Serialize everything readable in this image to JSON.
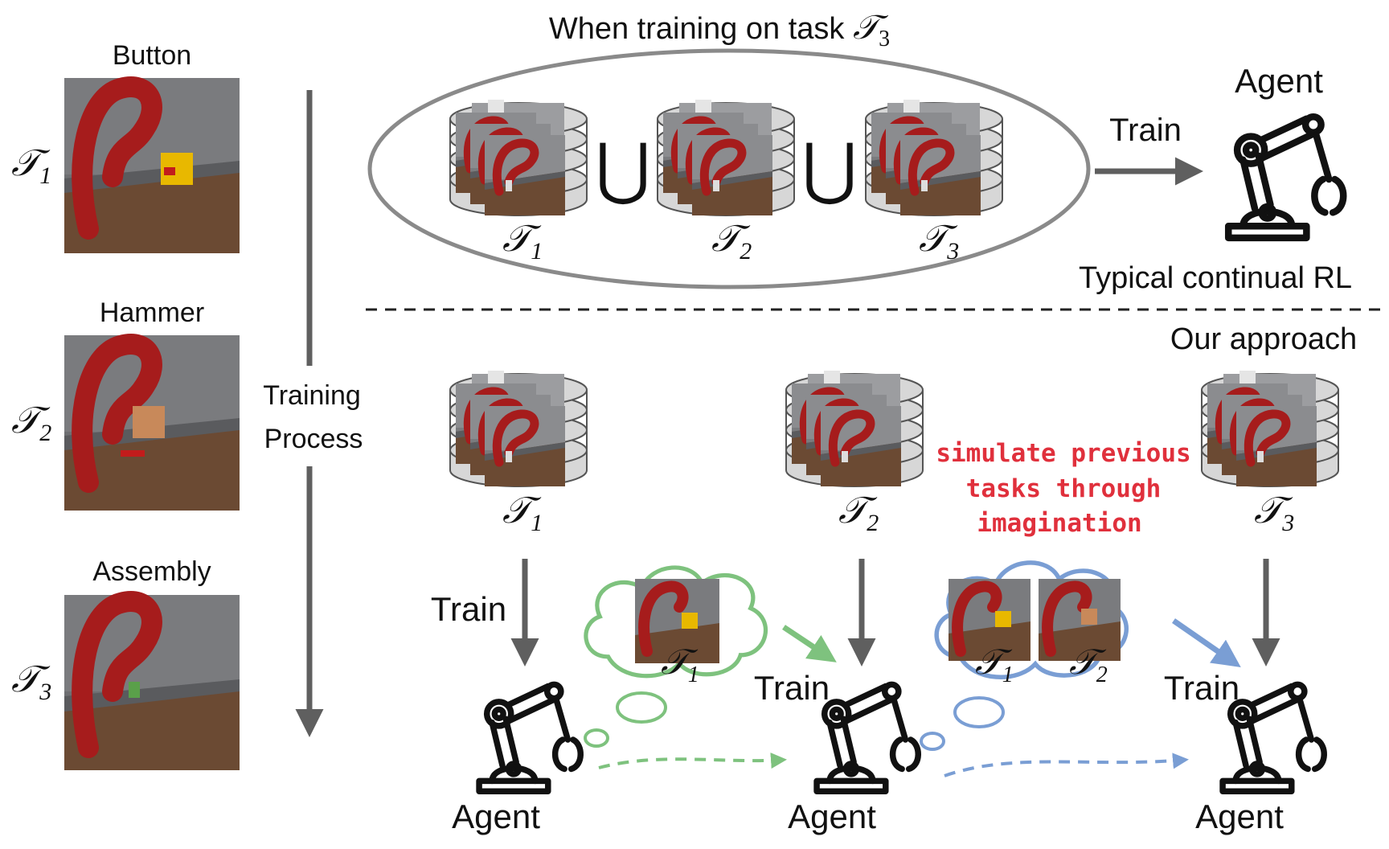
{
  "colors": {
    "arrow_gray": "#5f5f5f",
    "green": "#7ec27e",
    "blue": "#7a9ed4",
    "red_text": "#e0303c",
    "ellipse": "#8a8a8a",
    "robot_red": "#a61c1c",
    "wall": "#6e6f72",
    "table": "#6b4a33"
  },
  "icons": [
    "robot-arm-icon",
    "database-icon",
    "thought-cloud-icon",
    "union-symbol-icon"
  ],
  "left_panel": {
    "tasks": [
      {
        "name": "Button",
        "symbol": "𝒯",
        "sub": "1"
      },
      {
        "name": "Hammer",
        "symbol": "𝒯",
        "sub": "2"
      },
      {
        "name": "Assembly",
        "symbol": "𝒯",
        "sub": "3"
      }
    ],
    "process_label_line1": "Training",
    "process_label_line2": "Process"
  },
  "top": {
    "title_text": "When training on task ",
    "title_symbol": "𝒯",
    "title_sub": "3",
    "union_symbol": "⋃",
    "buffers": [
      {
        "symbol": "𝒯",
        "sub": "1"
      },
      {
        "symbol": "𝒯",
        "sub": "2"
      },
      {
        "symbol": "𝒯",
        "sub": "3"
      }
    ],
    "train_label": "Train",
    "agent_label": "Agent",
    "caption": "Typical continual RL"
  },
  "bottom": {
    "approach_label": "Our approach",
    "buffers": [
      {
        "symbol": "𝒯",
        "sub": "1"
      },
      {
        "symbol": "𝒯",
        "sub": "2"
      },
      {
        "symbol": "𝒯",
        "sub": "3"
      }
    ],
    "imagination_note": [
      "simulate previous",
      "tasks through",
      "imagination"
    ],
    "train_labels": [
      "Train",
      "Train",
      "Train"
    ],
    "agents": [
      "Agent",
      "Agent",
      "Agent"
    ],
    "cloud1": [
      {
        "symbol": "𝒯",
        "sub": "1"
      }
    ],
    "cloud2": [
      {
        "symbol": "𝒯",
        "sub": "1"
      },
      {
        "symbol": "𝒯",
        "sub": "2"
      }
    ]
  }
}
